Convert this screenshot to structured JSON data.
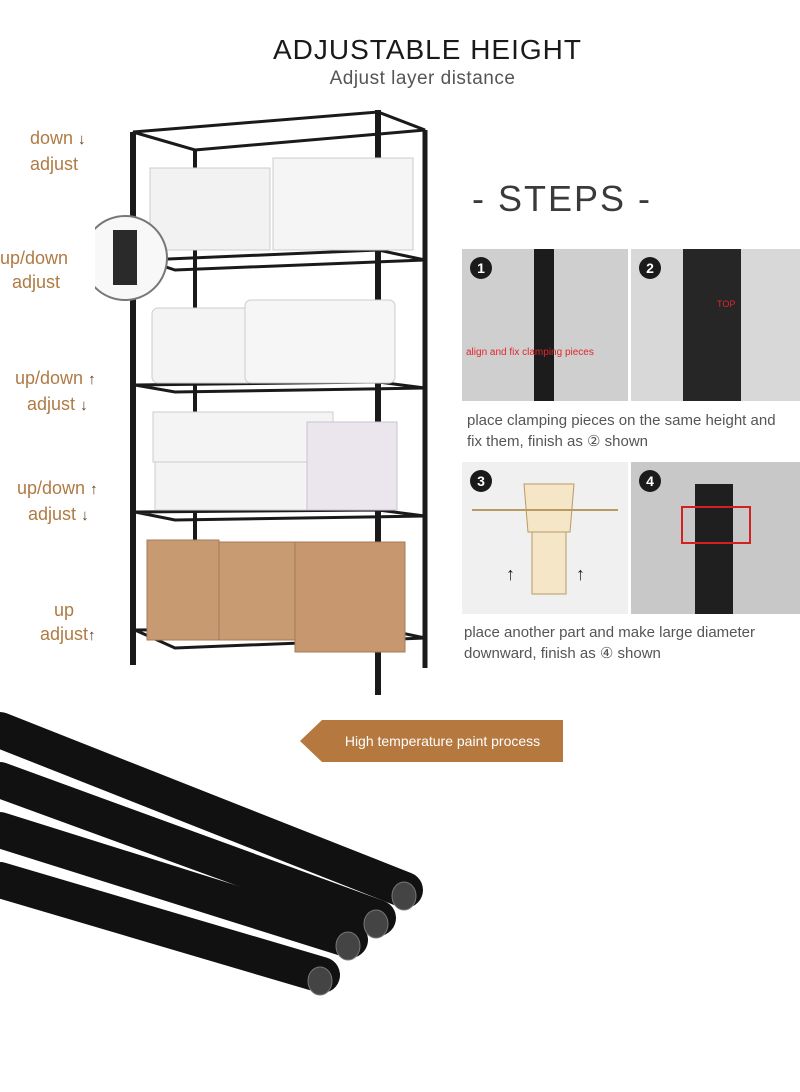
{
  "header": {
    "title": "ADJUSTABLE HEIGHT",
    "subtitle": "Adjust layer distance"
  },
  "side_labels": [
    {
      "line1": "down",
      "line2": "adjust"
    },
    {
      "line1": "up/down",
      "line2": "adjust"
    },
    {
      "line1": "up/down",
      "line2": "adjust"
    },
    {
      "line1": "up/down",
      "line2": "adjust"
    },
    {
      "line1": "up",
      "line2": "adjust"
    }
  ],
  "steps": {
    "title": "- STEPS -",
    "panels": [
      {
        "number": "1",
        "overlay": "align and fix clamping pieces"
      },
      {
        "number": "2",
        "overlay": "TOP"
      },
      {
        "number": "3",
        "overlay": ""
      },
      {
        "number": "4",
        "overlay": ""
      }
    ],
    "caption1": [
      "place clamping pieces on the same height and",
      "fix them, finish as ② shown"
    ],
    "caption2": [
      "place another part and make large diameter",
      "downward, finish as ④ shown"
    ]
  },
  "banner": {
    "text": "High temperature paint process"
  },
  "colors": {
    "label_brown": "#b07a44",
    "banner_brown": "#b5783f",
    "frame_black": "#1a1a1a"
  }
}
